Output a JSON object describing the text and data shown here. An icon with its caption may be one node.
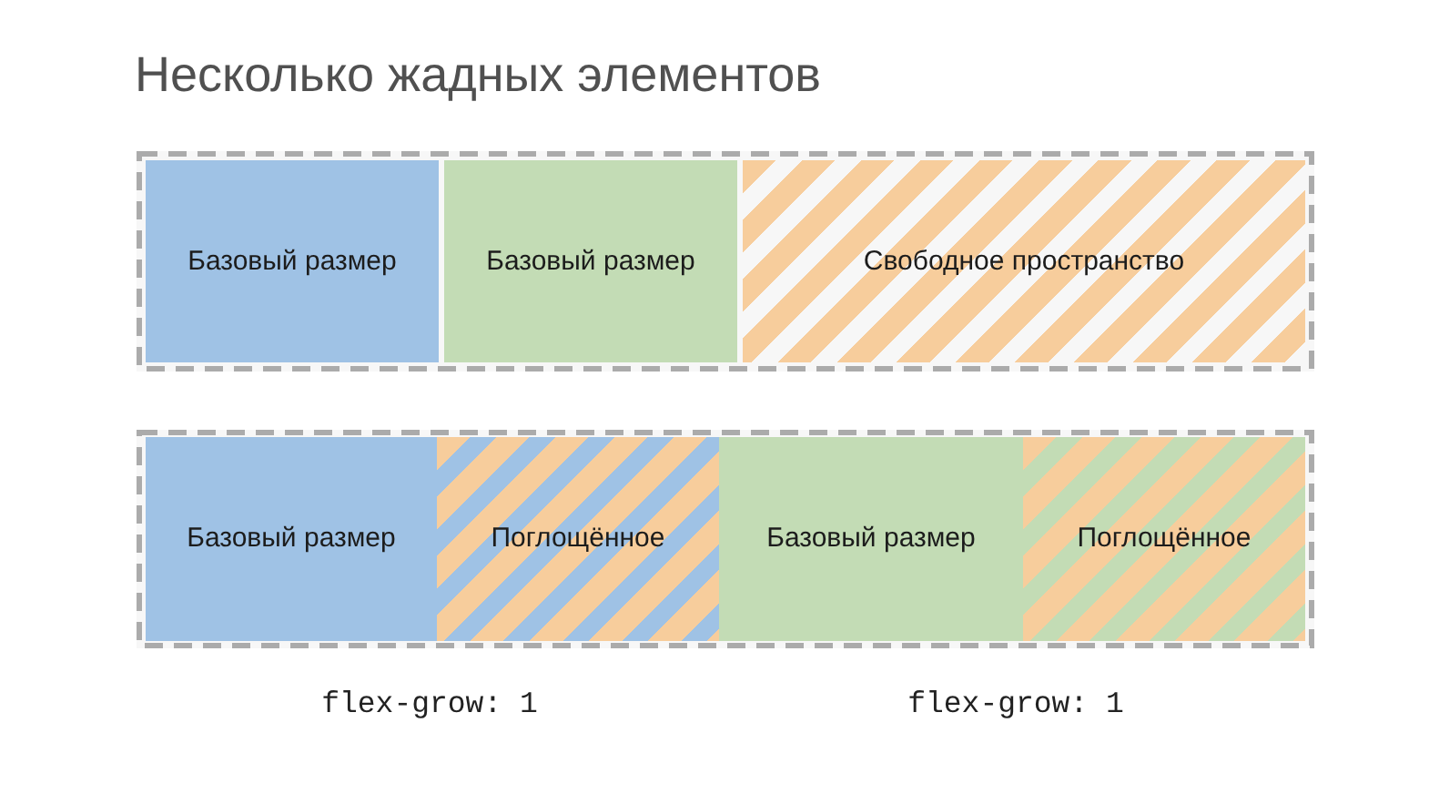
{
  "diagram": {
    "title": "Несколько жадных элементов",
    "nodes": [
      {
        "text": [],
        "shape": "box"
      },
      {
        "text": [
          "Базовый размер"
        ],
        "in": 0
      },
      {
        "text": [
          "Базовый размер"
        ],
        "in": 0
      },
      {
        "text": [
          "Свободное пространство"
        ],
        "in": 0
      },
      {
        "text": [],
        "shape": "box"
      },
      {
        "text": [
          "Базовый размер"
        ],
        "in": 4
      },
      {
        "text": [
          "Поглощённое"
        ],
        "in": 4
      },
      {
        "text": [
          "Базовый размер"
        ],
        "in": 4
      },
      {
        "text": [
          "Поглощённое"
        ],
        "in": 4
      }
    ],
    "labels": [
      "flex-grow: 1",
      "flex-grow: 1"
    ]
  }
}
